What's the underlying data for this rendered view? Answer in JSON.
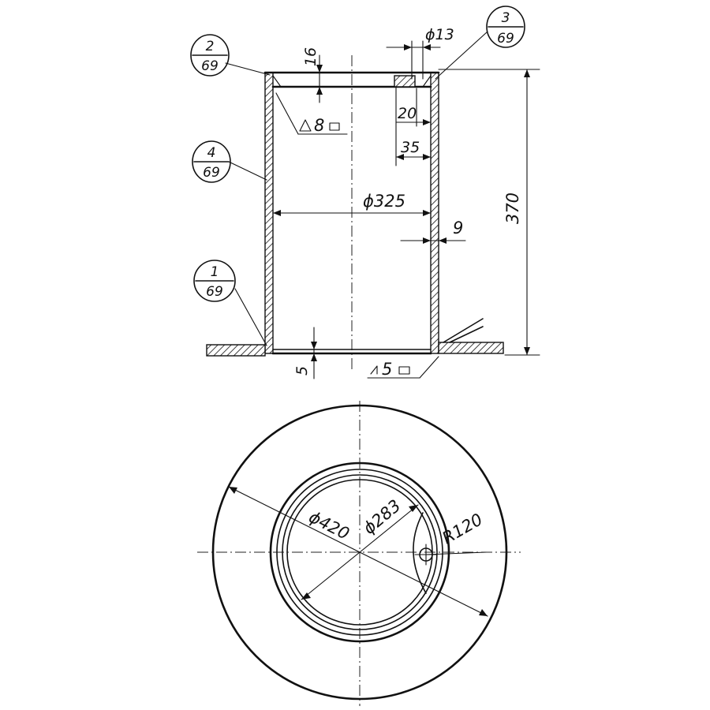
{
  "callouts": [
    {
      "id": "c2",
      "top": "2",
      "bottom": "69"
    },
    {
      "id": "c3",
      "top": "3",
      "bottom": "69"
    },
    {
      "id": "c4",
      "top": "4",
      "bottom": "69"
    },
    {
      "id": "c1",
      "top": "1",
      "bottom": "69"
    }
  ],
  "dimensions": {
    "hole_diameter": "ϕ13",
    "ring_thickness": "16",
    "hole_depth": "20",
    "hole_offset": "35",
    "inner_diameter": "ϕ325",
    "wall_thickness": "9",
    "height": "370",
    "base_thickness": "5",
    "outer_diameter": "ϕ420",
    "ring_diameter": "ϕ283",
    "radius": "R120"
  },
  "welds": {
    "top": "8",
    "bottom": "5"
  }
}
